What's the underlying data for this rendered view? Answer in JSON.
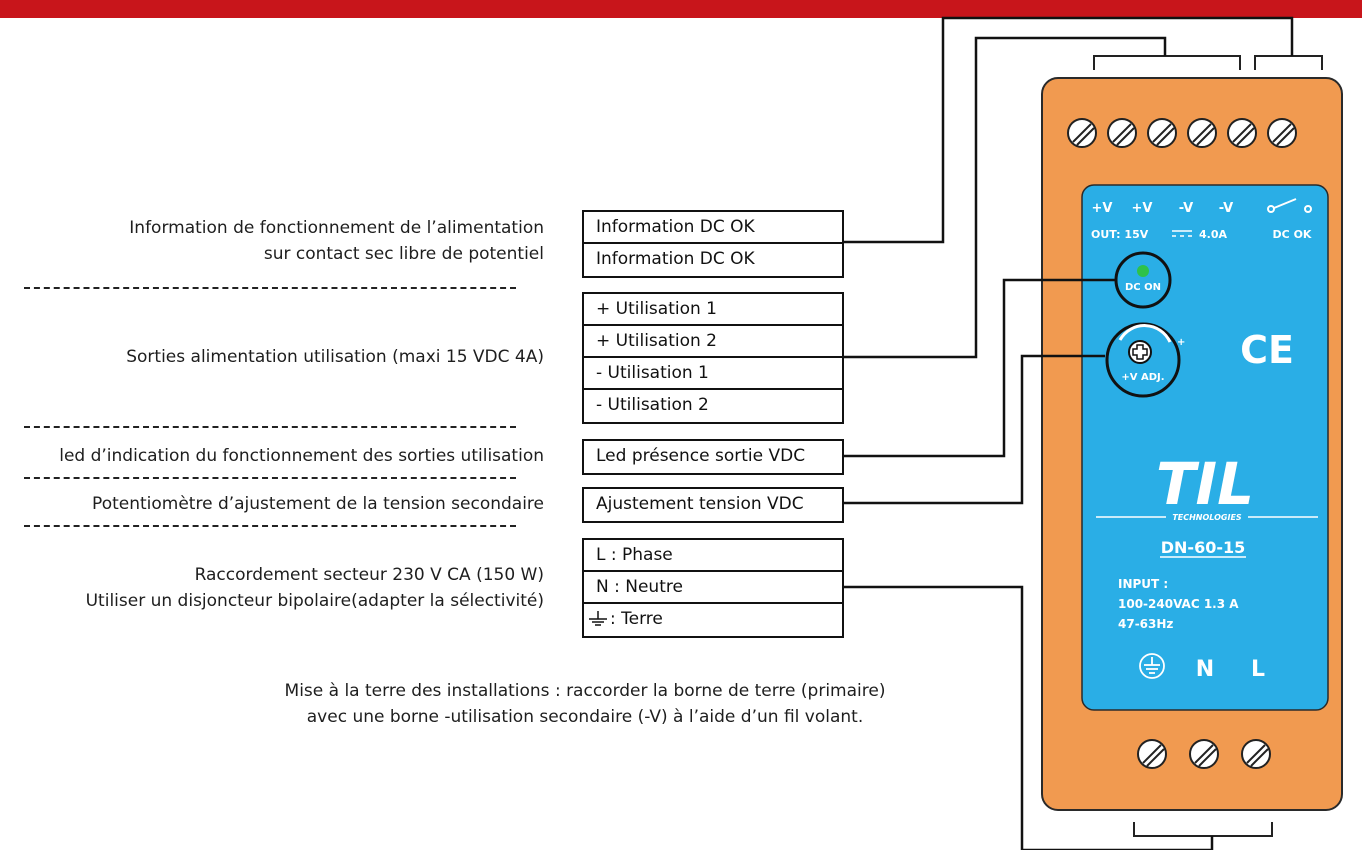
{
  "descriptions": {
    "dc_ok_line1": "Information de fonctionnement de l’alimentation",
    "dc_ok_line2": "sur contact sec libre de potentiel",
    "outputs": "Sorties alimentation utilisation (maxi 15 VDC 4A)",
    "led": "led d’indication du fonctionnement des sorties utilisation",
    "pot": "Potentiomètre d’ajustement de la tension secondaire",
    "mains_line1": "Raccordement secteur 230 V CA (150 W)",
    "mains_line2": "Utiliser un disjoncteur bipolaire(adapter la sélectivité)"
  },
  "note": {
    "line1": "Mise à la terre des installations : raccorder la borne de terre (primaire)",
    "line2": "avec une borne -utilisation secondaire (-V) à l’aide d’un fil volant."
  },
  "terminals": {
    "dc_ok": [
      "Information DC OK",
      "Information DC OK"
    ],
    "outputs": [
      "+ Utilisation 1",
      "+ Utilisation 2",
      "- Utilisation 1",
      "- Utilisation 2"
    ],
    "led": "Led présence sortie VDC",
    "adjust": "Ajustement tension VDC",
    "mains": [
      "L : Phase",
      "N : Neutre",
      ": Terre"
    ]
  },
  "psu": {
    "output_labels": [
      "+V",
      "+V",
      "-V",
      "-V"
    ],
    "out_rating": "OUT: 15V",
    "out_current": "4.0A",
    "dc_ok": "DC OK",
    "dc_on": "DC ON",
    "vadj": "+V ADJ.",
    "ce_mark": "CE",
    "logo": "TIL",
    "logo_sub": "TECHNOLOGIES",
    "model": "DN-60-15",
    "input_title": "INPUT :",
    "input_voltage": "100-240VAC  1.3 A",
    "input_freq": "47-63Hz",
    "n_label": "N",
    "l_label": "L"
  },
  "colors": {
    "top_bar": "#c8151b",
    "housing": "#f19a50",
    "panel": "#2aaee6",
    "led": "#2ec24a"
  }
}
